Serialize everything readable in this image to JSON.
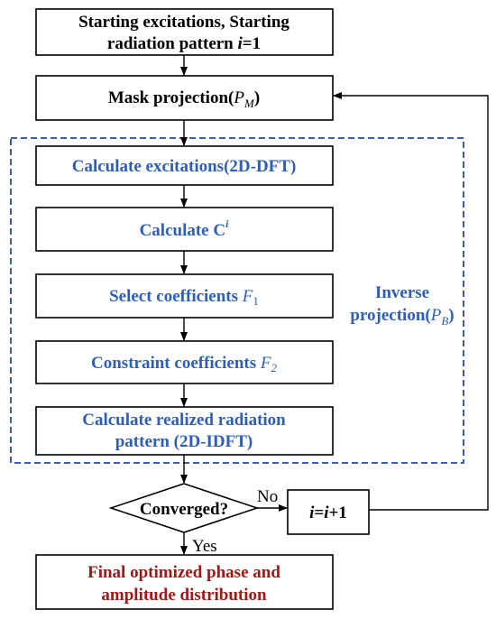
{
  "colors": {
    "box_stroke": "#000000",
    "blue_text": "#2e5fb8",
    "dashed_border": "#3b5fa8",
    "final_text": "#a01818"
  },
  "nodes": {
    "start": {
      "line1": "Starting excitations, Starting",
      "line2_prefix": "radiation pattern ",
      "line2_var": "i",
      "line2_suffix": "=1"
    },
    "mask": {
      "label": "Mask projection(",
      "sym": "P",
      "sub": "M",
      "close": ")"
    },
    "calc_excitations": {
      "label": "Calculate excitations(2D-DFT)"
    },
    "calc_c": {
      "label": "Calculate C",
      "sup": "i"
    },
    "select": {
      "label": "Select coefficients ",
      "sym": "F",
      "sub": "1"
    },
    "constraint": {
      "label": "Constraint coefficients ",
      "sym": "F",
      "sub": "2"
    },
    "realized": {
      "line1": "Calculate realized radiation",
      "line2": "pattern (2D-IDFT)"
    },
    "converged": {
      "label": "Converged?"
    },
    "increment": {
      "v1": "i",
      "mid": "=",
      "v2": "i",
      "suffix": "+1"
    },
    "final": {
      "line1": "Final optimized phase and",
      "line2": "amplitude distribution"
    }
  },
  "group": {
    "line1": "Inverse",
    "line2_prefix": "projection(",
    "line2_sym": "P",
    "line2_sub": "B",
    "line2_close": ")"
  },
  "edges": {
    "no_label": "No",
    "yes_label": "Yes"
  }
}
